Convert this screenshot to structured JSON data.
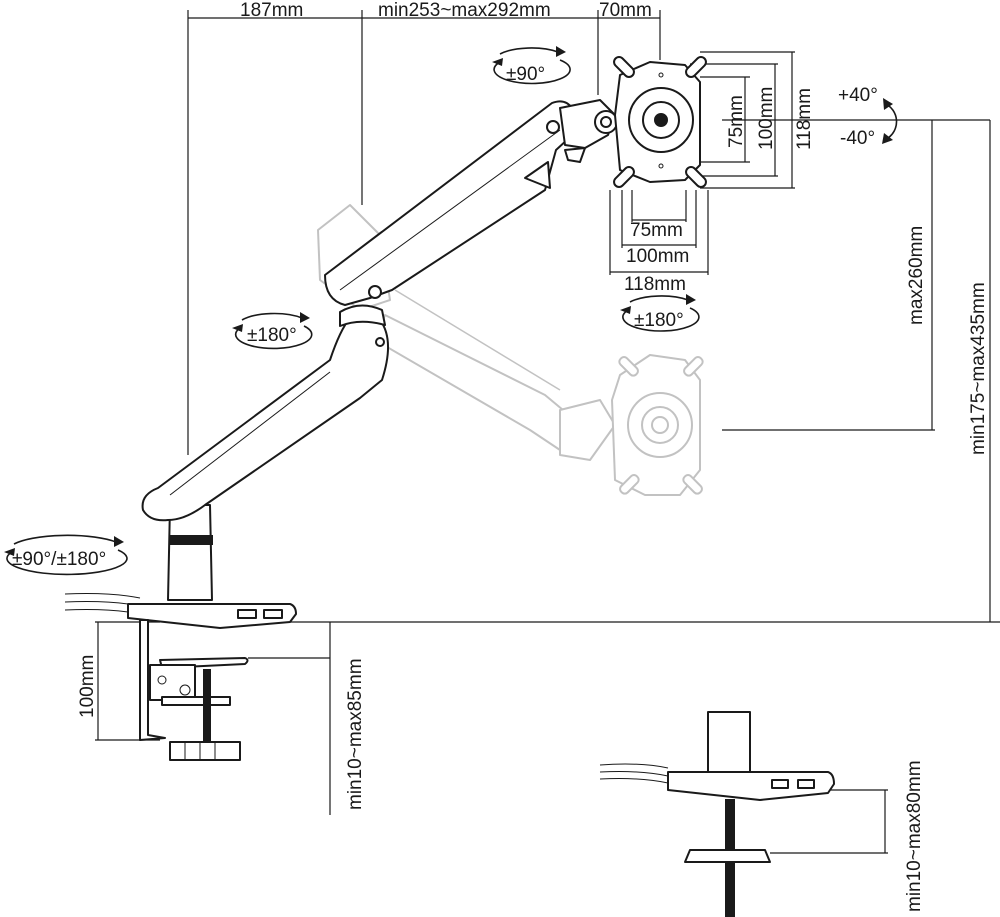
{
  "dimensions": {
    "top_187": "187mm",
    "top_min253_max292": "min253~max292mm",
    "top_70": "70mm",
    "vesa_v_75": "75mm",
    "vesa_v_100": "100mm",
    "vesa_v_118": "118mm",
    "vesa_h_75": "75mm",
    "vesa_h_100": "100mm",
    "vesa_h_118": "118mm",
    "max260": "max260mm",
    "min175_max435": "min175~max435mm",
    "clamp_100": "100mm",
    "clamp_min10_max85": "min10~max85mm",
    "grommet_min10_max80": "min10~max80mm"
  },
  "rotations": {
    "tilt_up": "+40°",
    "tilt_down": "-40°",
    "rotate_90": "±90°",
    "vesa_rotate_180": "±180°",
    "arm_rotate_180": "±180°",
    "base_rotate": "±90°/±180°"
  },
  "colors": {
    "ink": "#1a1a1a",
    "ghost": "#c2c2c2",
    "background": "#ffffff"
  }
}
